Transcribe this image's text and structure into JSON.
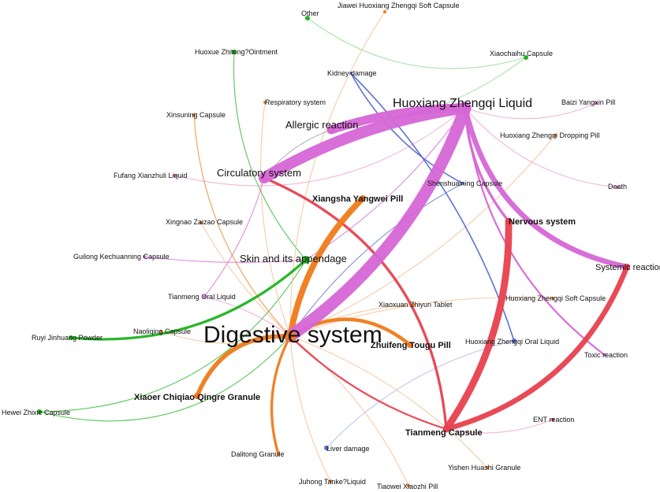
{
  "colors": {
    "purple": "#d666d6",
    "orange": "#ef7a1a",
    "red": "#e8404e",
    "green": "#1fb31f",
    "blue": "#5a6fd0",
    "gray": "#9a9a9a",
    "lightgreen": "#8fd98f",
    "lightorange": "#f4b98a",
    "lightpink": "#ef9bd0",
    "lightblue": "#a9b3e6"
  },
  "nodes": [
    {
      "id": "digestive",
      "label": "Digestive system",
      "color": "orange"
    },
    {
      "id": "huoxiang_liquid",
      "label": "Huoxiang Zhengqi Liquid",
      "color": "purple"
    },
    {
      "id": "allergic",
      "label": "Allergic reaction",
      "color": "purple"
    },
    {
      "id": "circulatory",
      "label": "Circulatory system",
      "color": "purple"
    },
    {
      "id": "skin",
      "label": "Skin and its appendage",
      "color": "green"
    },
    {
      "id": "xiangsha",
      "label": "Xiangsha Yangwei Pill",
      "color": "orange"
    },
    {
      "id": "nervous",
      "label": "Nervous system",
      "color": "red"
    },
    {
      "id": "systemic",
      "label": "Systemic reaction",
      "color": "red"
    },
    {
      "id": "tianmeng_capsule",
      "label": "Tianmeng Capsule",
      "color": "red"
    },
    {
      "id": "zhuifeng",
      "label": "Zhuifeng Tougu Pill",
      "color": "orange"
    },
    {
      "id": "xiaoer",
      "label": "Xiaoer Chiqiao Qingre Granule",
      "color": "orange"
    },
    {
      "id": "ruyi",
      "label": "Ruyi Jinhuang Powder",
      "color": "green"
    },
    {
      "id": "hewei",
      "label": "Hewei Zhixie Capsule",
      "color": "green"
    },
    {
      "id": "guilong",
      "label": "Guilong Kechuanning Capsule",
      "color": "purple"
    },
    {
      "id": "fufang",
      "label": "Fufang Xianzhuli Liquid",
      "color": "purple"
    },
    {
      "id": "xinsuning",
      "label": "Xinsuning Capsule",
      "color": "orange"
    },
    {
      "id": "respiratory",
      "label": "Respiratory system",
      "color": "orange"
    },
    {
      "id": "huoxue",
      "label": "Huoxue Zhitong?Ointment",
      "color": "green"
    },
    {
      "id": "other",
      "label": "Other",
      "color": "green"
    },
    {
      "id": "jiawei",
      "label": "Jiawei Huoxiang Zhengqi Soft Capsule",
      "color": "orange"
    },
    {
      "id": "xiaochaihu",
      "label": "Xiaochaihu Capsule",
      "color": "green"
    },
    {
      "id": "kidney",
      "label": "Kidney damage",
      "color": "blue"
    },
    {
      "id": "baizi",
      "label": "Baizi Yangxin Pill",
      "color": "purple"
    },
    {
      "id": "dropping",
      "label": "Huoxiang Zhengqi Dropping Pill",
      "color": "orange"
    },
    {
      "id": "death",
      "label": "Death",
      "color": "purple"
    },
    {
      "id": "shenshuaining",
      "label": "Shenshuaining Capsule",
      "color": "blue"
    },
    {
      "id": "xingnao",
      "label": "Xingnao Zaizao Capsule",
      "color": "orange"
    },
    {
      "id": "tianmeng_oral",
      "label": "Tianmeng Oral Liquid",
      "color": "purple"
    },
    {
      "id": "naoliqing",
      "label": "Naoliqing Capsule",
      "color": "orange"
    },
    {
      "id": "xiaoxuan",
      "label": "Xiaoxuan Zhiyun Tablet",
      "color": "orange"
    },
    {
      "id": "soft_capsule",
      "label": "Huoxiang Zhengqi Soft Capsule",
      "color": "orange"
    },
    {
      "id": "oral_liquid",
      "label": "Huoxiang Zhengqi Oral Liquid",
      "color": "blue"
    },
    {
      "id": "toxic",
      "label": "Toxic reaction",
      "color": "purple"
    },
    {
      "id": "ent",
      "label": "ENT reaction",
      "color": "red"
    },
    {
      "id": "liver",
      "label": "Liver damage",
      "color": "blue"
    },
    {
      "id": "dalitong",
      "label": "Dalitong Granule",
      "color": "orange"
    },
    {
      "id": "juhong",
      "label": "Juhong Tanke?Liquid",
      "color": "orange"
    },
    {
      "id": "tiaowei",
      "label": "Tiaowei Xiaozhi Pill",
      "color": "orange"
    },
    {
      "id": "yishen",
      "label": "Yishen Huashi Granule",
      "color": "orange"
    }
  ],
  "edges": [
    {
      "source": "huoxiang_liquid",
      "target": "digestive",
      "weight": 14,
      "color": "purple"
    },
    {
      "source": "huoxiang_liquid",
      "target": "circulatory",
      "weight": 13,
      "color": "purple"
    },
    {
      "source": "huoxiang_liquid",
      "target": "allergic",
      "weight": 10,
      "color": "purple"
    },
    {
      "source": "huoxiang_liquid",
      "target": "systemic",
      "weight": 6,
      "color": "purple"
    },
    {
      "source": "huoxiang_liquid",
      "target": "nervous",
      "weight": 3,
      "color": "purple"
    },
    {
      "source": "huoxiang_liquid",
      "target": "toxic",
      "weight": 2,
      "color": "purple"
    },
    {
      "source": "huoxiang_liquid",
      "target": "skin",
      "weight": 1,
      "color": "purple"
    },
    {
      "source": "xiangsha",
      "target": "digestive",
      "weight": 7,
      "color": "orange"
    },
    {
      "source": "xiaoer",
      "target": "digestive",
      "weight": 5,
      "color": "orange"
    },
    {
      "source": "zhuifeng",
      "target": "digestive",
      "weight": 4,
      "color": "orange"
    },
    {
      "source": "dalitong",
      "target": "digestive",
      "weight": 3,
      "color": "orange"
    },
    {
      "source": "tianmeng_capsule",
      "target": "nervous",
      "weight": 8,
      "color": "red"
    },
    {
      "source": "tianmeng_capsule",
      "target": "systemic",
      "weight": 6,
      "color": "red"
    },
    {
      "source": "tianmeng_capsule",
      "target": "circulatory",
      "weight": 3,
      "color": "red"
    },
    {
      "source": "tianmeng_capsule",
      "target": "digestive",
      "weight": 2,
      "color": "red"
    },
    {
      "source": "ruyi",
      "target": "skin",
      "weight": 3,
      "color": "green"
    },
    {
      "source": "hewei",
      "target": "skin",
      "weight": 1,
      "color": "green"
    },
    {
      "source": "hewei",
      "target": "digestive",
      "weight": 1,
      "color": "green"
    },
    {
      "source": "huoxue",
      "target": "skin",
      "weight": 1,
      "color": "green"
    },
    {
      "source": "xiaochaihu",
      "target": "allergic",
      "weight": 1,
      "color": "lightgreen"
    },
    {
      "source": "other",
      "target": "xiaochaihu",
      "weight": 1,
      "color": "lightgreen"
    },
    {
      "source": "kidney",
      "target": "oral_liquid",
      "weight": 1.5,
      "color": "blue"
    },
    {
      "source": "kidney",
      "target": "shenshuaining",
      "weight": 1.5,
      "color": "blue"
    },
    {
      "source": "liver",
      "target": "oral_liquid",
      "weight": 1,
      "color": "lightblue"
    },
    {
      "source": "shenshuaining",
      "target": "digestive",
      "weight": 1,
      "color": "blue"
    },
    {
      "source": "fufang",
      "target": "huoxiang_liquid",
      "weight": 1,
      "color": "lightpink"
    },
    {
      "source": "guilong",
      "target": "skin",
      "weight": 1,
      "color": "purple"
    },
    {
      "source": "tianmeng_oral",
      "target": "circulatory",
      "weight": 1,
      "color": "purple"
    },
    {
      "source": "tianmeng_oral",
      "target": "digestive",
      "weight": 1,
      "color": "lightpink"
    },
    {
      "source": "respiratory",
      "target": "digestive",
      "weight": 1,
      "color": "lightorange"
    },
    {
      "source": "xinsuning",
      "target": "digestive",
      "weight": 1,
      "color": "orange"
    },
    {
      "source": "xingnao",
      "target": "digestive",
      "weight": 1,
      "color": "lightorange"
    },
    {
      "source": "naoliqing",
      "target": "digestive",
      "weight": 1,
      "color": "lightorange"
    },
    {
      "source": "xiaoxuan",
      "target": "digestive",
      "weight": 1,
      "color": "lightorange"
    },
    {
      "source": "jiawei",
      "target": "digestive",
      "weight": 1,
      "color": "lightorange"
    },
    {
      "source": "dropping",
      "target": "digestive",
      "weight": 1,
      "color": "lightorange"
    },
    {
      "source": "baizi",
      "target": "huoxiang_liquid",
      "weight": 1,
      "color": "lightpink"
    },
    {
      "source": "death",
      "target": "huoxiang_liquid",
      "weight": 1,
      "color": "lightpink"
    },
    {
      "source": "juhong",
      "target": "digestive",
      "weight": 1,
      "color": "lightorange"
    },
    {
      "source": "tiaowei",
      "target": "digestive",
      "weight": 1,
      "color": "lightorange"
    },
    {
      "source": "yishen",
      "target": "digestive",
      "weight": 1,
      "color": "lightorange"
    },
    {
      "source": "soft_capsule",
      "target": "digestive",
      "weight": 1,
      "color": "lightorange"
    },
    {
      "source": "allergic",
      "target": "circulatory",
      "weight": 1,
      "color": "gray"
    },
    {
      "source": "ent",
      "target": "tianmeng_capsule",
      "weight": 1,
      "color": "lightpink"
    }
  ]
}
